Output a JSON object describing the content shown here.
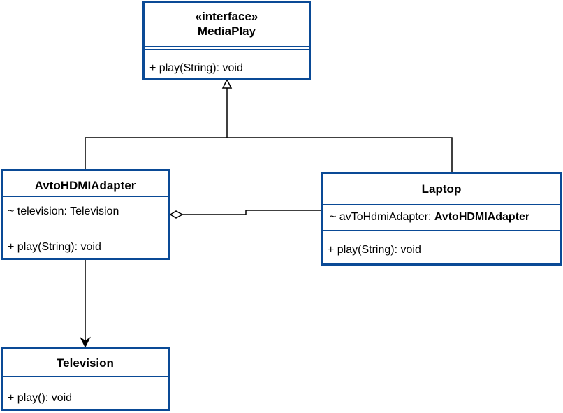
{
  "interface": {
    "stereotype": "«interface»",
    "name": "MediaPlay",
    "methods": [
      "+ play(String): void"
    ]
  },
  "adapter": {
    "name": "AvtoHDMIAdapter",
    "attributes": [
      "~ television: Television"
    ],
    "methods": [
      "+ play(String): void"
    ]
  },
  "laptop": {
    "name": "Laptop",
    "attribute_prefix": "~ avToHdmiAdapter: ",
    "attribute_type": "AvtoHDMIAdapter",
    "methods": [
      "+ play(String): void"
    ]
  },
  "television": {
    "name": "Television",
    "methods": [
      "+ play(): void"
    ]
  },
  "colors": {
    "border": "#0a4a96",
    "line": "#000000"
  }
}
